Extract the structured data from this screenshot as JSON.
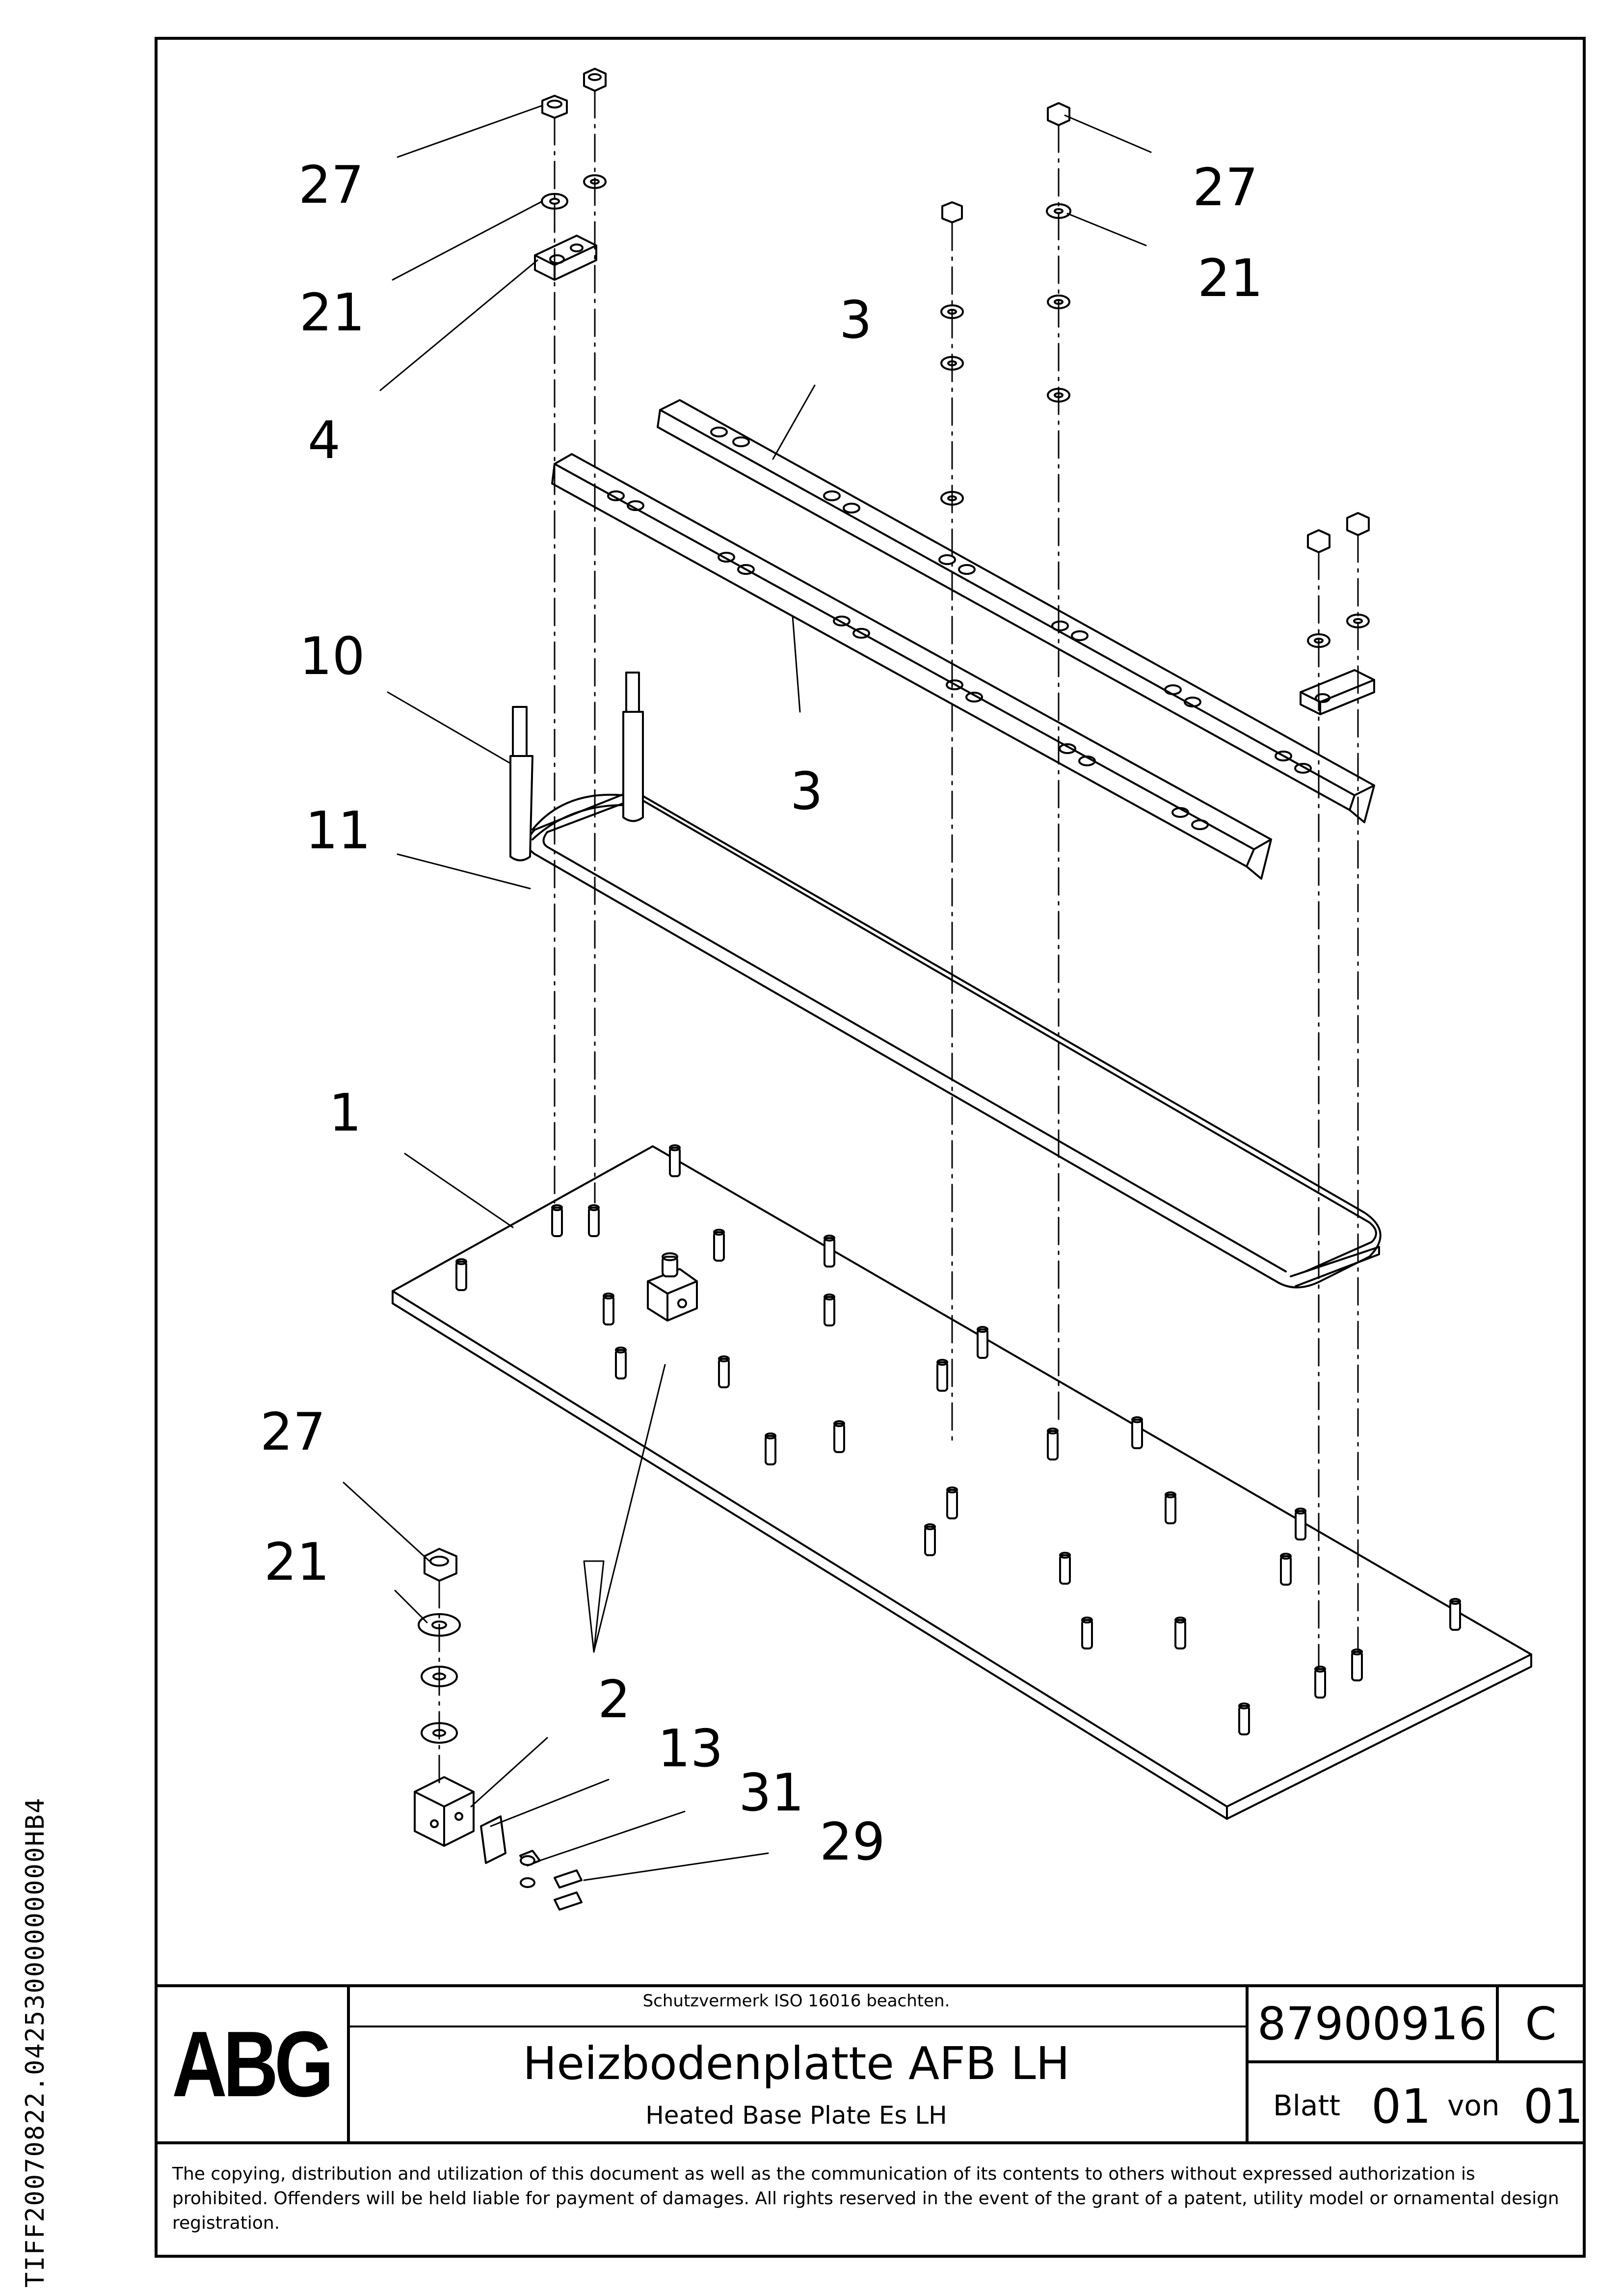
{
  "side_code": "TIFF20070822.04253000000000HB4",
  "callouts": [
    "27",
    "21",
    "4",
    "10",
    "11",
    "1",
    "27",
    "21",
    "2",
    "13",
    "31",
    "29",
    "3",
    "3",
    "27",
    "21"
  ],
  "title_block": {
    "logo": "ABG",
    "protection_notice": "Schutzvermerk ISO 16016 beachten.",
    "title_de": "Heizbodenplatte AFB LH",
    "title_en": "Heated Base Plate Es LH",
    "drawing_number": "87900916",
    "revision": "C",
    "sheet_label": "Blatt",
    "sheet_number": "01",
    "of_label": "von",
    "sheet_total": "01"
  },
  "copyright": "The copying, distribution and utilization of this document as well as the communication of its contents to others without expressed authorization is prohibited. Offenders will be held liable for payment of damages. All rights reserved in the event of the grant of a patent, utility model or ornamental design registration."
}
